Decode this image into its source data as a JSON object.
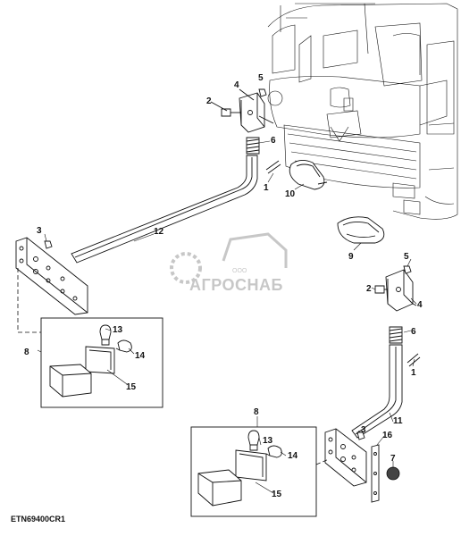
{
  "diagram_code": "ETN69400CR1",
  "watermark": {
    "small_text": "ООО",
    "brand": "АГРОСНАБ"
  },
  "callouts": {
    "n1_upper": "1",
    "n2_upper": "2",
    "n3_left": "3",
    "n4_upper": "4",
    "n5_upper": "5",
    "n6_upper": "6",
    "n8_left": "8",
    "n9": "9",
    "n10": "10",
    "n12": "12",
    "n13_left": "13",
    "n14_left": "14",
    "n15_left": "15",
    "n5_right": "5",
    "n2_right": "2",
    "n4_right": "4",
    "n6_right": "6",
    "n1_right": "1",
    "n11": "11",
    "n8_right": "8",
    "n13_right": "13",
    "n14_right": "14",
    "n15_right": "15",
    "n3_right": "3",
    "n16": "16",
    "n7": "7"
  },
  "colors": {
    "line": "#111111",
    "watermark": "#9a9a9a",
    "background": "#ffffff"
  }
}
